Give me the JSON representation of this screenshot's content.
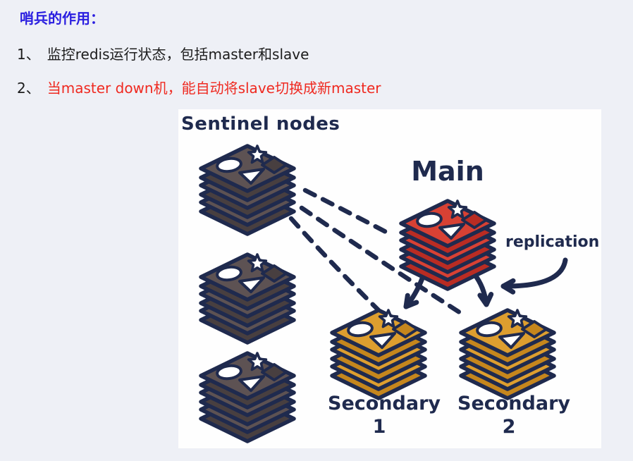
{
  "header": {
    "title": "哨兵的作用：",
    "items": [
      {
        "num": "1、",
        "text": "监控redis运行状态，包括master和slave"
      },
      {
        "num": "2、",
        "text": "当master down机，能自动将slave切换成新master"
      }
    ]
  },
  "colors": {
    "page_bg": "#eef0f6",
    "card_bg": "#fefefe",
    "ink_navy": "#1f2a4e",
    "title_blue": "#2a1ee0",
    "alert_red": "#ef2920",
    "body_text": "#1c1c1c",
    "sentinel_top": "#5d5253",
    "sentinel_side": "#483f40",
    "main_top": "#d74134",
    "main_side": "#b92c23",
    "secondary_top": "#dd9e2f",
    "secondary_side": "#c5861d"
  },
  "diagram": {
    "sentinel_label": "Sentinel nodes",
    "main_label": "Main",
    "replication_label": "replication",
    "secondary1": {
      "word": "Secondary",
      "num": "1"
    },
    "secondary2": {
      "word": "Secondary",
      "num": "2"
    },
    "nodes": [
      {
        "id": "sentinel-1",
        "type": "sentinel"
      },
      {
        "id": "sentinel-2",
        "type": "sentinel"
      },
      {
        "id": "sentinel-3",
        "type": "sentinel"
      },
      {
        "id": "main",
        "type": "main"
      },
      {
        "id": "secondary-1",
        "type": "secondary"
      },
      {
        "id": "secondary-2",
        "type": "secondary"
      }
    ]
  }
}
